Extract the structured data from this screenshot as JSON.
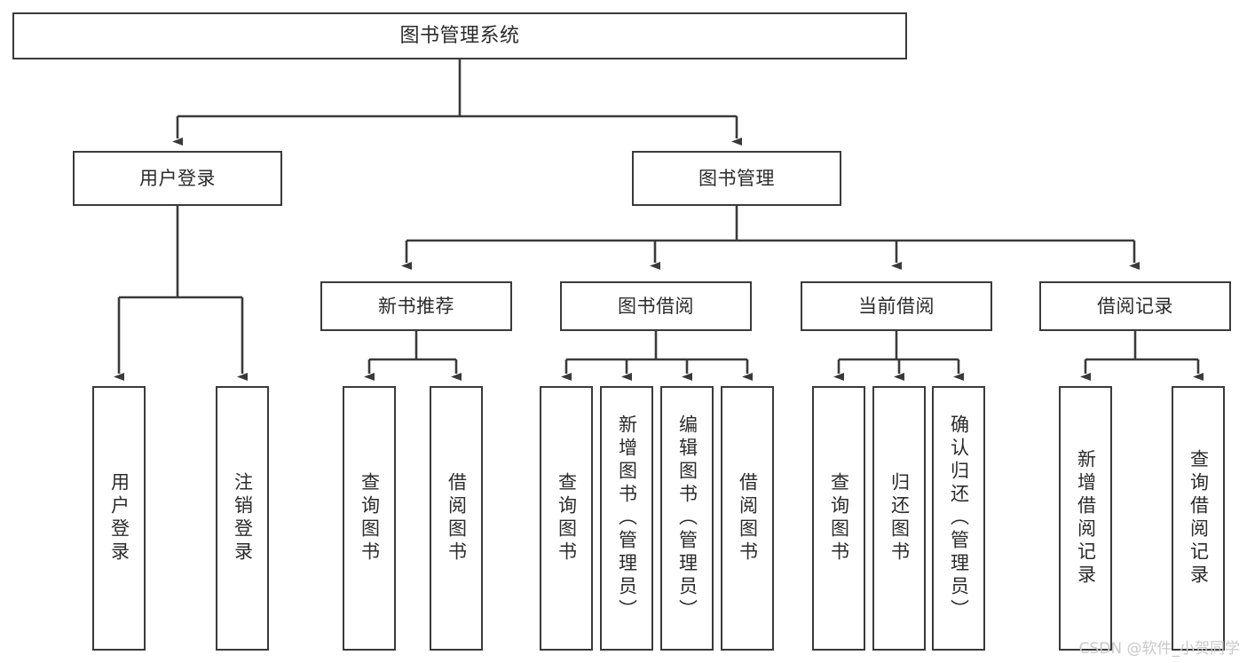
{
  "diagram": {
    "title": "图书管理系统",
    "type": "tree",
    "background_color": "#ffffff",
    "line_color": "#3a3a3a",
    "text_color": "#2b2b2b",
    "nodes": {
      "root": {
        "label": "图书管理系统"
      },
      "user_login": {
        "label": "用户登录"
      },
      "book_manage": {
        "label": "图书管理"
      },
      "new_book_rec": {
        "label": "新书推荐"
      },
      "book_borrow": {
        "label": "图书借阅"
      },
      "current_borrow": {
        "label": "当前借阅"
      },
      "borrow_record": {
        "label": "借阅记录"
      },
      "leaf_user_login": {
        "label": "用户登录"
      },
      "leaf_logout": {
        "label": "注销登录"
      },
      "leaf_query_book_1": {
        "label": "查询图书"
      },
      "leaf_borrow_book_1": {
        "label": "借阅图书"
      },
      "leaf_query_book_2": {
        "label": "查询图书"
      },
      "leaf_add_book": {
        "label": "新增图书（管理员）"
      },
      "leaf_edit_book": {
        "label": "编辑图书（管理员）"
      },
      "leaf_borrow_book_2": {
        "label": "借阅图书"
      },
      "leaf_query_book_3": {
        "label": "查询图书"
      },
      "leaf_return_book": {
        "label": "归还图书"
      },
      "leaf_confirm_return": {
        "label": "确认归还（管理员）"
      },
      "leaf_add_record": {
        "label": "新增借阅记录"
      },
      "leaf_query_record": {
        "label": "查询借阅记录"
      }
    }
  },
  "watermark": {
    "text": "CSDN @软件_小贺同学"
  }
}
